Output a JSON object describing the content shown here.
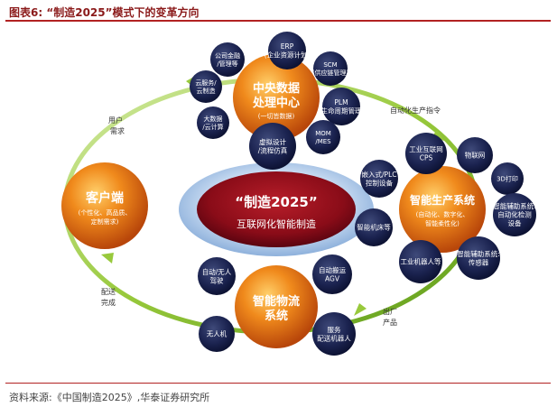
{
  "header": {
    "title": "图表6:    “制造2025”模式下的变革方向"
  },
  "footer": {
    "source": "资料来源:《中国制造2025》,华泰证券研究所"
  },
  "center": {
    "line1": "“制造2025”",
    "line2": "互联网化智能制造"
  },
  "hubs": {
    "data_center": {
      "line1": "中央数据",
      "line2": "处理中心",
      "sub": "(一切皆数据)"
    },
    "production": {
      "line1": "智能生产系统",
      "sub1": "(自动化、数字化、",
      "sub2": "智能柔性化)"
    },
    "customer": {
      "line1": "客户端",
      "sub1": "(个性化、高品质、",
      "sub2": "定制需求)"
    },
    "logistics": {
      "line1": "智能物流",
      "line2": "系统"
    }
  },
  "satellites": {
    "finance": [
      "公司金融",
      "/管理等"
    ],
    "erp": [
      "ERP",
      "(企业资源计划)"
    ],
    "scm": [
      "SCM",
      "(供应链管理)"
    ],
    "plm": [
      "PLM",
      "(生命周期管理)"
    ],
    "mom": [
      "MOM",
      "/MES"
    ],
    "cloud_service": [
      "云服务/",
      "云制造"
    ],
    "big_data": [
      "大数据",
      "/云计算"
    ],
    "virtual_design": [
      "虚拟设计",
      "/流程仿真"
    ],
    "iiot": [
      "工业互联网",
      "CPS"
    ],
    "iot": [
      "物联网"
    ],
    "print3d": [
      "3D打印"
    ],
    "embedded_plc": [
      "嵌入式/PLC",
      "控制设备"
    ],
    "assist_detect": [
      "智能辅助系统:",
      "自动化检测",
      "设备"
    ],
    "cnc": [
      "智能机床等"
    ],
    "robot": [
      "工业机器人等"
    ],
    "sensor": [
      "智能辅助系统:",
      "传感器"
    ],
    "drone": [
      "自动/无人",
      "驾驶"
    ],
    "agv": [
      "自动搬运",
      "AGV"
    ],
    "unmanned": [
      "无人机"
    ],
    "service_robot": [
      "服务",
      "配送机器人"
    ]
  },
  "flow_labels": {
    "user_demand": [
      "用户",
      "需求"
    ],
    "automation_cmd": [
      "自动化生产指令"
    ],
    "delivery": [
      "配送",
      "完成"
    ],
    "output": [
      "出厂",
      "产品"
    ]
  }
}
